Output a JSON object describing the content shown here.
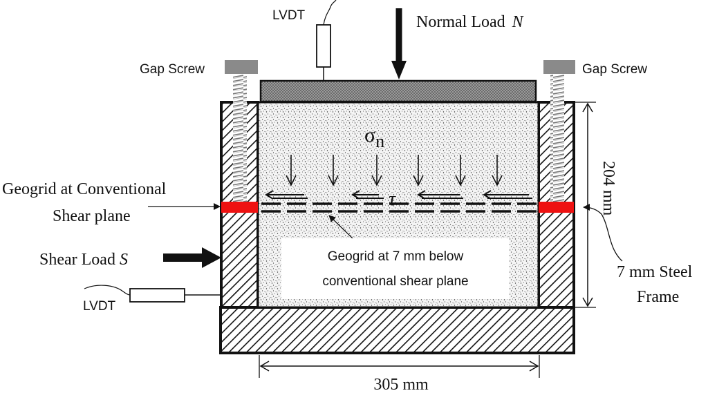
{
  "labels": {
    "lvdt_top": "LVDT",
    "normal_load": "Normal Load",
    "normal_load_symbol": "N",
    "gap_screw_left": "Gap Screw",
    "gap_screw_right": "Gap Screw",
    "sigma": "σ",
    "sigma_sub": "n",
    "tau": "τ",
    "geogrid_conv_line1": "Geogrid at Conventional",
    "geogrid_conv_line2": "Shear plane",
    "shear_load": "Shear Load",
    "shear_load_symbol": "S",
    "lvdt_bottom": "LVDT",
    "geogrid_7mm_line1": "Geogrid at 7 mm below",
    "geogrid_7mm_line2": "conventional shear plane",
    "height_dim": "204 mm",
    "steel_frame_line1": "7 mm Steel",
    "steel_frame_line2": "Frame",
    "width_dim": "305 mm"
  },
  "colors": {
    "geogrid_red": "#ee1111",
    "gap_screw_cap": "#8a8a8a",
    "outline": "#111111"
  }
}
